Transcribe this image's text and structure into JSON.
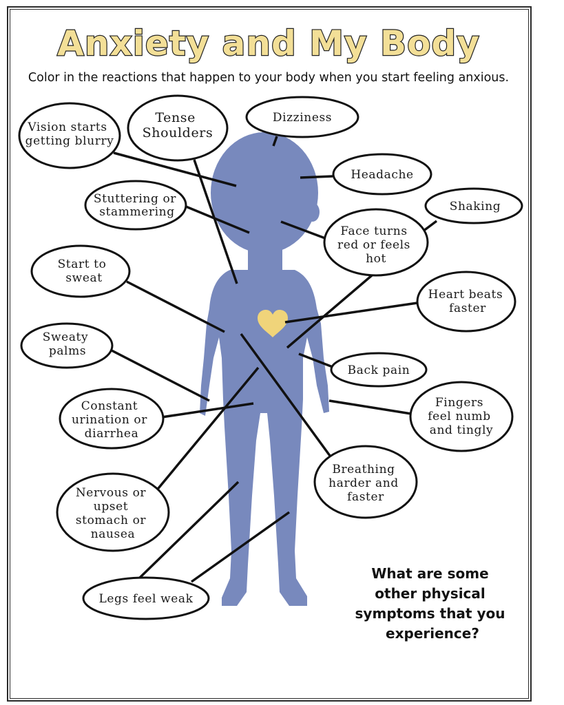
{
  "title": "Anxiety and My Body",
  "instructions": "Color in the reactions that happen to your body when you start feeling anxious.",
  "colors": {
    "body": "#7889bd",
    "heart": "#f0d47a",
    "title_fill": "#f3df97"
  },
  "icons": [
    "heart-icon"
  ],
  "reactions": {
    "vision": [
      "Vision starts",
      "getting blurry"
    ],
    "tense": [
      "Tense",
      "Shoulders"
    ],
    "dizziness": [
      "Dizziness"
    ],
    "headache": [
      "Headache"
    ],
    "shaking": [
      "Shaking"
    ],
    "stuttering": [
      "Stuttering or",
      "stammering"
    ],
    "face": [
      "Face turns",
      "red or feels",
      "hot"
    ],
    "sweat": [
      "Start to",
      "sweat"
    ],
    "heart": [
      "Heart beats",
      "faster"
    ],
    "palms": [
      "Sweaty",
      "palms"
    ],
    "back": [
      "Back pain"
    ],
    "urination": [
      "Constant",
      "urination or",
      "diarrhea"
    ],
    "fingers": [
      "Fingers",
      "feel numb",
      "and tingly"
    ],
    "breathing": [
      "Breathing",
      "harder and",
      "faster"
    ],
    "stomach": [
      "Nervous or",
      "upset",
      "stomach or",
      "nausea"
    ],
    "legs": [
      "Legs feel weak"
    ]
  },
  "question": [
    "What are some",
    "other physical",
    "symptoms that you",
    "experience?"
  ]
}
